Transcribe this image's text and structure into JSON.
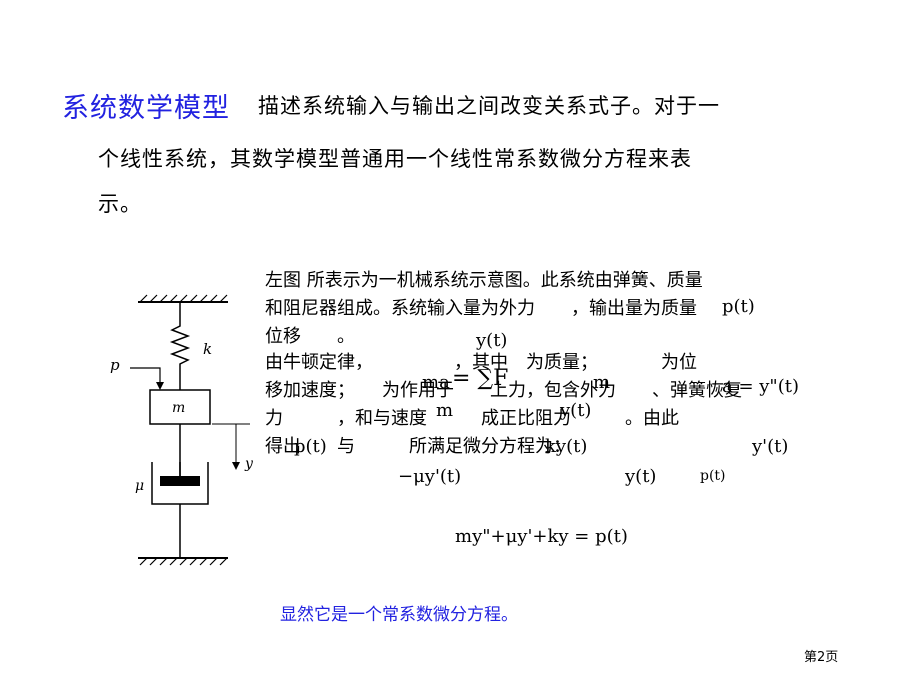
{
  "heading": "系统数学模型",
  "intro": {
    "line1": "描述系统输入与输出之间改变关系式子。对于一",
    "line2": "个线性系统，其数学模型普通用一个线性常系数微分方程来表",
    "line3": "示。"
  },
  "description": {
    "line1": "左图 所表示为一机械系统示意图。此系统由弹簧、质量",
    "line2": "和阻尼器组成。系统输入量为外力　　，输出量为质量",
    "line3": "位移　　。",
    "line4": " 由牛顿定律，　　　　　，其中　为质量；　　　　为位",
    "line5": "移加速度；　　为作用于　　上力，包含外力　　、弹簧恢复",
    "line6": "力　　　，和与速度　　　成正比阻力　　　。由此",
    "line7": "得出　　与　　　所满足微分方程为："
  },
  "math": {
    "p_t": "p(t)",
    "y_t": "y(t)",
    "ma": "ma",
    "sum_f": "= ∑F",
    "m_label": "m",
    "a": "a = y\"(t)",
    "f_m": "m",
    "ky": "ky(t)",
    "yprime": "y'(t)",
    "mu_y": "−μy'(t)",
    "p_t2": "p(t)",
    "y_t2": "y(t)",
    "y_t3": "y(t)",
    "p_t_small": "p(t)",
    "equation": "my\"+μy'+ky = p(t)"
  },
  "diagram": {
    "k": "k",
    "p": "p",
    "m": "m",
    "mu": "μ",
    "y": "y"
  },
  "conclusion": "显然它是一个常系数微分方程。",
  "page_number": "第2页",
  "colors": {
    "accent": "#2222e0"
  }
}
